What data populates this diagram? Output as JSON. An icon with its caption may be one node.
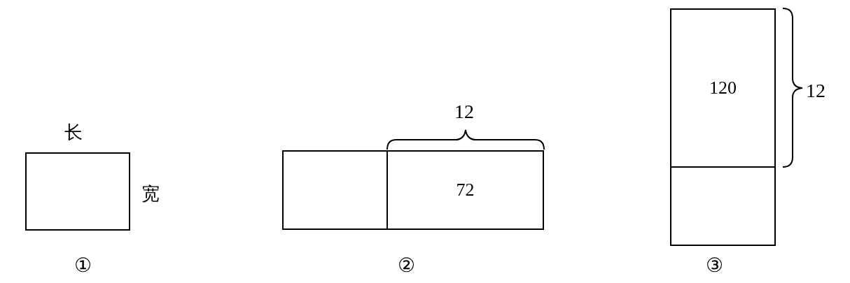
{
  "diagram": {
    "nodes": [
      {
        "text": [],
        "shape": "box",
        "beside": [
          "长",
          "宽"
        ]
      },
      {
        "text": [],
        "shape": "box"
      },
      {
        "text": [
          "72"
        ]
      },
      {
        "text": [
          "120"
        ]
      },
      {
        "text": [],
        "shape": "box"
      }
    ],
    "labels": [
      "12",
      "12",
      "①",
      "②",
      "③"
    ]
  }
}
